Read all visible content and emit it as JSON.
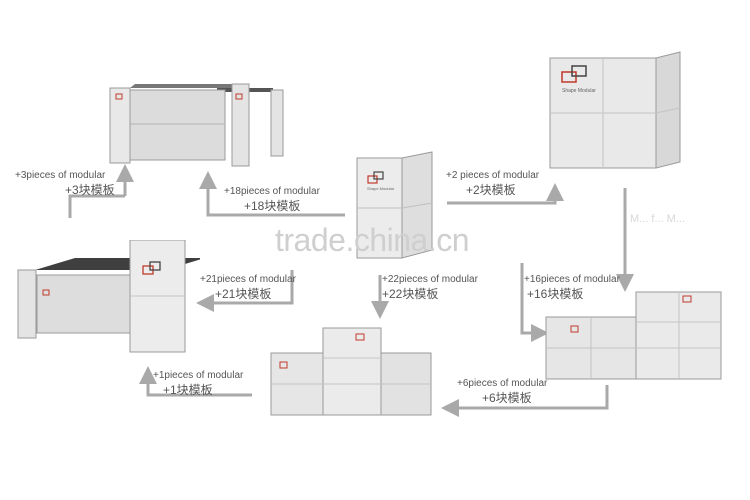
{
  "watermark": "trade.china.cn",
  "ghost_text": "M... f... M...",
  "steps": [
    {
      "en": "+3pieces of modular",
      "cn": "+3块模板"
    },
    {
      "en": "+18pieces of modular",
      "cn": "+18块模板"
    },
    {
      "en": "+2 pieces of modular",
      "cn": "+2块模板"
    },
    {
      "en": "+21pieces of modular",
      "cn": "+21块模板"
    },
    {
      "en": "+22pieces of modular",
      "cn": "+22块模板"
    },
    {
      "en": "+16pieces of modular",
      "cn": "+16块模板"
    },
    {
      "en": "+1pieces of modular",
      "cn": "+1块模板"
    },
    {
      "en": "+6pieces of modular",
      "cn": "+6块模板"
    }
  ],
  "colors": {
    "arrow": "#a9a9a9",
    "panel": "#e4e4e4",
    "frame": "#9a9a9a",
    "logo_red": "#c0392b"
  }
}
